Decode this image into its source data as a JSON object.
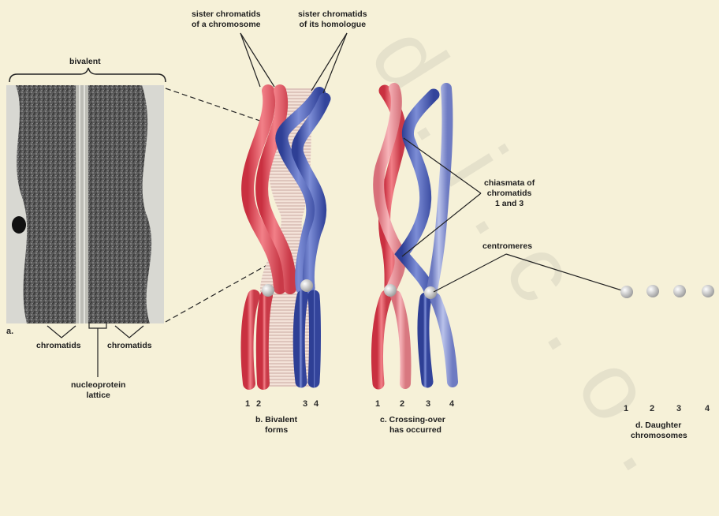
{
  "watermark": "d.i.c.o.",
  "labels": {
    "sister_chromatids_chromosome": [
      "sister chromatids",
      "of a chromosome"
    ],
    "sister_chromatids_homologue": [
      "sister chromatids",
      "of its homologue"
    ],
    "bivalent": "bivalent",
    "chromatids_left": "chromatids",
    "chromatids_right": "chromatids",
    "nucleoprotein_lattice": [
      "nucleoprotein",
      "lattice"
    ],
    "chiasmata": [
      "chiasmata of",
      "chromatids",
      "1 and 3"
    ],
    "centromeres": "centromeres"
  },
  "panels": {
    "a": {
      "letter": "a."
    },
    "b": {
      "numbers": [
        "1",
        "2",
        "3",
        "4"
      ],
      "caption": [
        "b. Bivalent",
        "forms"
      ]
    },
    "c": {
      "numbers": [
        "1",
        "2",
        "3",
        "4"
      ],
      "caption": [
        "c. Crossing-over",
        "has occurred"
      ]
    },
    "d": {
      "numbers": [
        "1",
        "2",
        "3",
        "4"
      ],
      "caption": [
        "d. Daughter",
        "chromosomes"
      ]
    }
  },
  "colors": {
    "red": "#e8505a",
    "blue": "#4a5cb0",
    "background": "#f6f1d8"
  }
}
